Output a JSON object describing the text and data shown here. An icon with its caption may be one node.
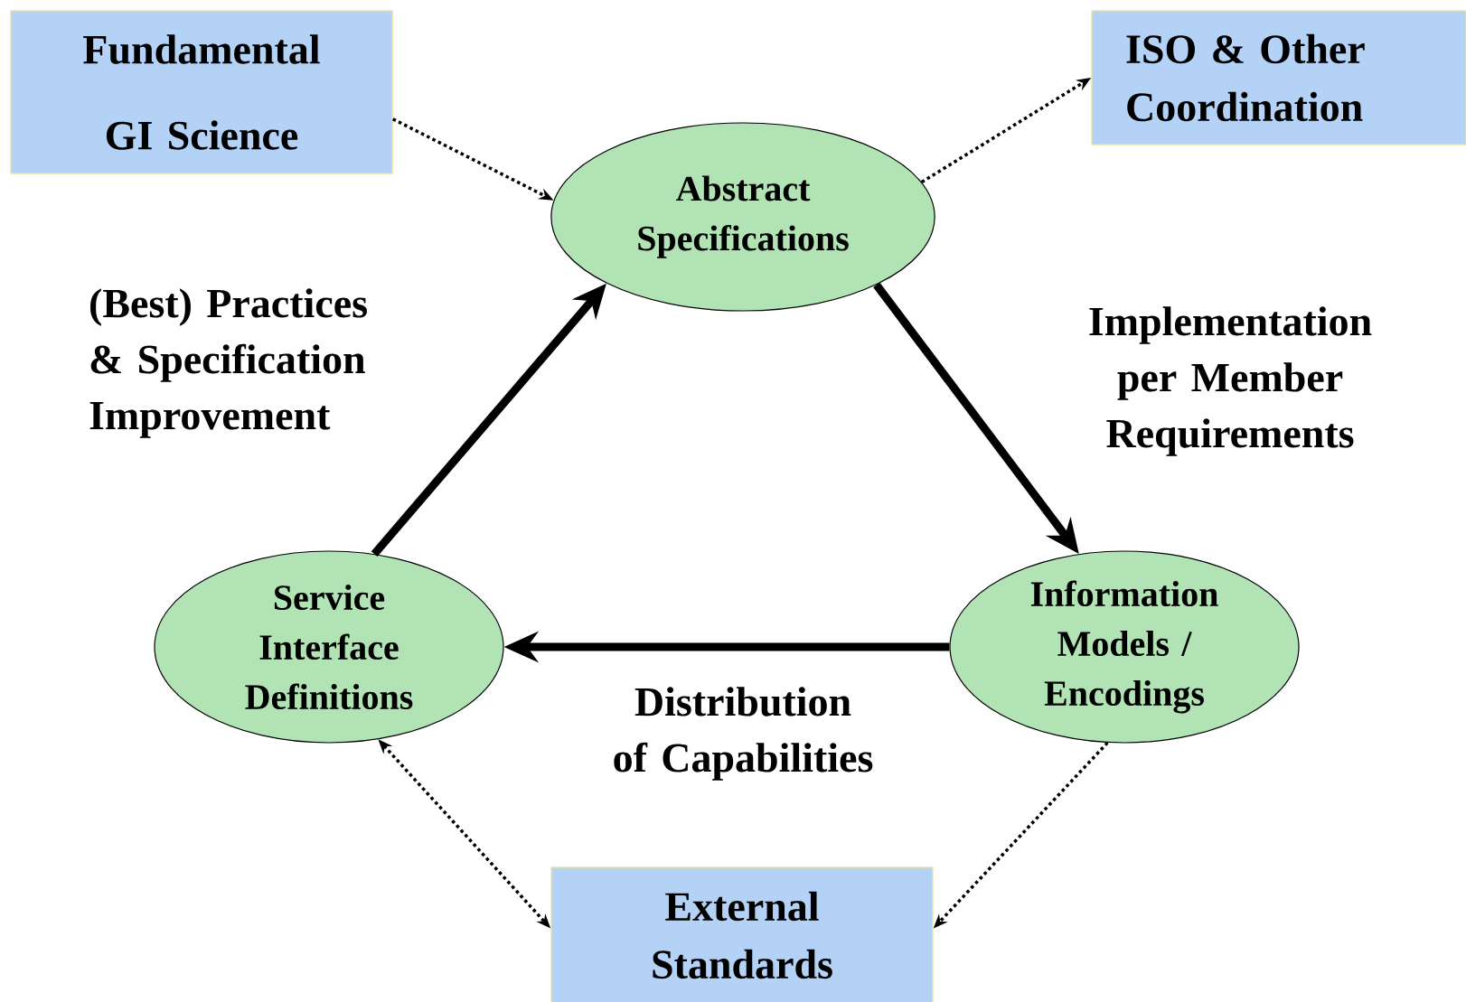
{
  "diagram": {
    "nodes": [
      {
        "text": [
          "Fundamental GI Science"
        ]
      },
      {
        "text": [
          "ISO & Other Coordination"
        ]
      },
      {
        "text": [
          "Abstract Specifications"
        ]
      },
      {
        "text": [
          "Service Interface Definitions"
        ]
      },
      {
        "text": [
          "Information Models / Encodings"
        ]
      },
      {
        "text": [
          "External Standards"
        ]
      }
    ],
    "edges": [
      {
        "from": 0,
        "to": 2,
        "arrow": "to",
        "style": "dashed"
      },
      {
        "from": 2,
        "to": 1,
        "arrow": "to",
        "style": "dashed"
      },
      {
        "from": 2,
        "to": 4,
        "arrow": "to",
        "style": "thick"
      },
      {
        "from": 4,
        "to": 3,
        "arrow": "to",
        "style": "thick"
      },
      {
        "from": 3,
        "to": 2,
        "arrow": "to",
        "style": "thick"
      },
      {
        "from": 3,
        "to": 5,
        "arrow": "both",
        "style": "dashed"
      },
      {
        "from": 4,
        "to": 5,
        "arrow": "to",
        "style": "dashed"
      }
    ],
    "labels": [
      "(Best) Practices & Specification Improvement",
      "Implementation per Member Requirements",
      "Distribution of Capabilities"
    ]
  }
}
